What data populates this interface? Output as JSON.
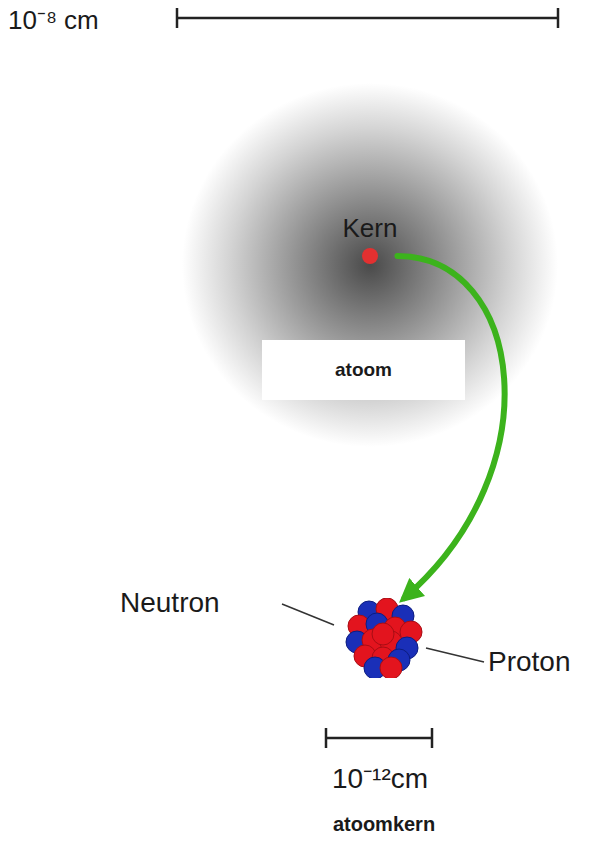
{
  "diagram": {
    "nodes": [
      {
        "text": [
          "atoom"
        ]
      },
      {
        "text": [
          "Kern"
        ],
        "in": 0
      },
      {
        "text": [
          "atoomkern"
        ]
      }
    ],
    "edges": [
      {
        "from": 1,
        "to": 2,
        "arrow": "to"
      }
    ],
    "labels": [
      "10⁻⁸ cm",
      "Neutron",
      "Proton",
      "10⁻¹²cm"
    ]
  }
}
